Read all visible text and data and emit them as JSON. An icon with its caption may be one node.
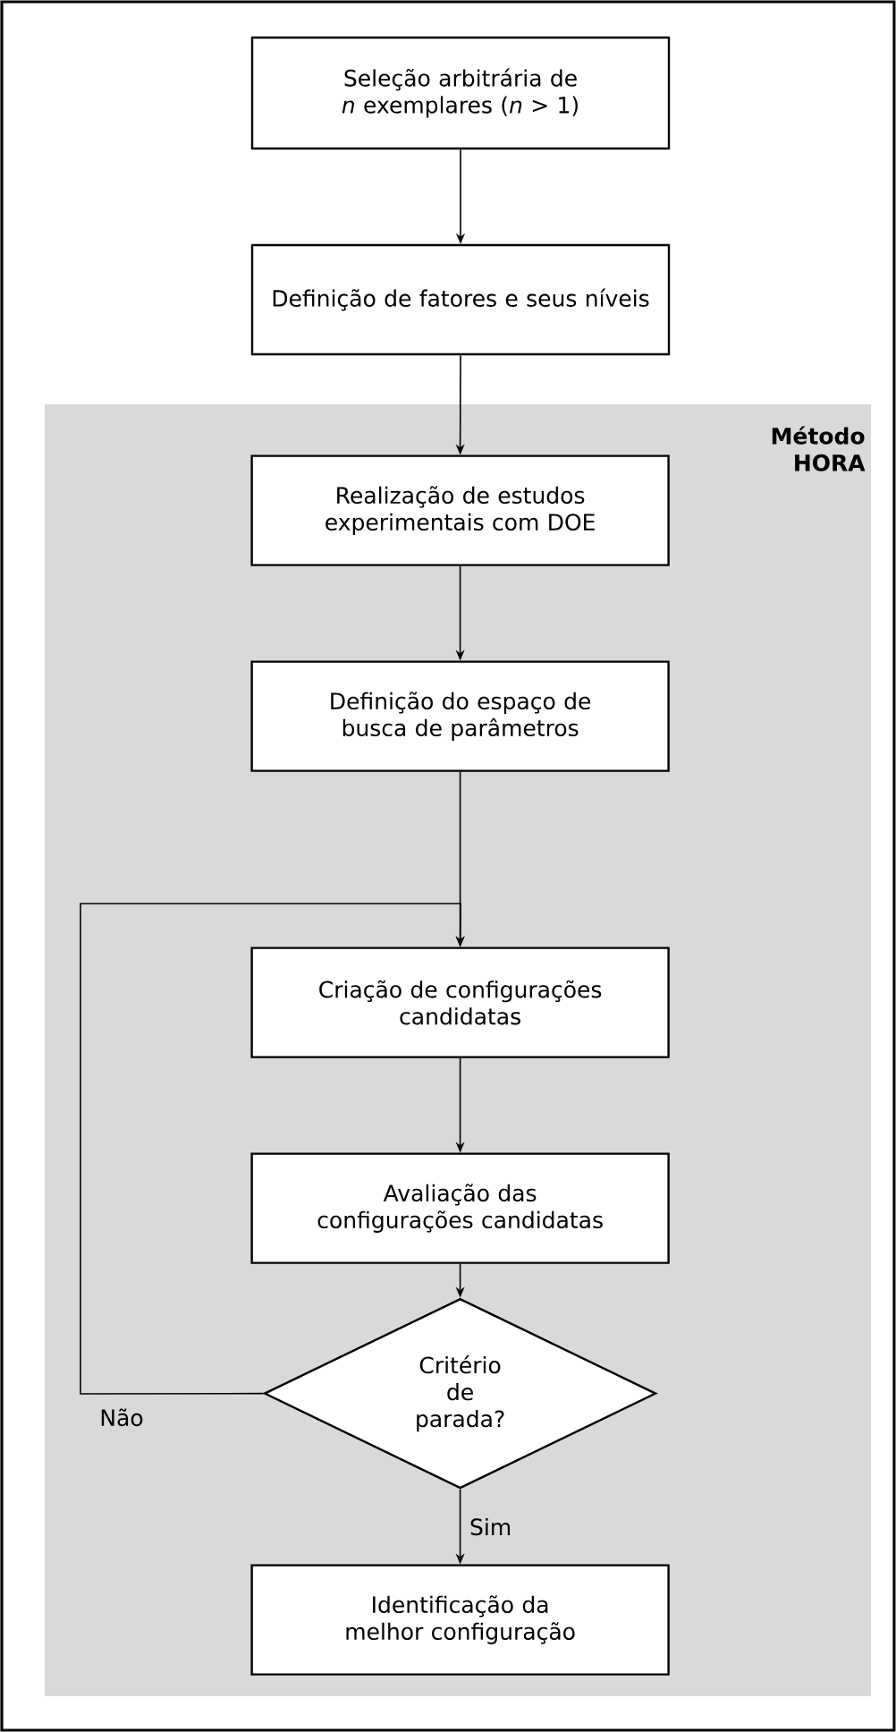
{
  "diagram": {
    "nodes": [
      {
        "text": [
          "Seleção arbitrária de *n* exemplares (*n* > 1)"
        ]
      },
      {
        "text": [
          "Definição de fatores e seus níveis"
        ]
      },
      {
        "text": [
          "Método HORA"
        ]
      },
      {
        "text": [
          "Realização de estudos experimentais com DOE"
        ],
        "in": 2
      },
      {
        "text": [
          "Definição do espaço de busca de parâmetros"
        ],
        "in": 2
      },
      {
        "text": [
          "Criação de configurações candidatas"
        ],
        "in": 2
      },
      {
        "text": [
          "Avaliação das configurações candidatas"
        ],
        "in": 2
      },
      {
        "text": [
          "Critério de parada?"
        ],
        "in": 2
      },
      {
        "text": [
          "Identificação da melhor configuração"
        ],
        "in": 2
      }
    ],
    "edges": [
      {
        "from": 0,
        "to": 1,
        "arrow": "to"
      },
      {
        "from": 1,
        "to": 3,
        "arrow": "to"
      },
      {
        "from": 3,
        "to": 4,
        "arrow": "to"
      },
      {
        "from": 4,
        "to": 5,
        "arrow": "to"
      },
      {
        "from": 5,
        "to": 6,
        "arrow": "to"
      },
      {
        "from": 6,
        "to": 7,
        "arrow": "to"
      },
      {
        "from": 7,
        "to": 8,
        "arrow": "to",
        "label": "Sim"
      },
      {
        "from": 7,
        "to": 5,
        "arrow": "to",
        "label": "Não"
      }
    ]
  }
}
